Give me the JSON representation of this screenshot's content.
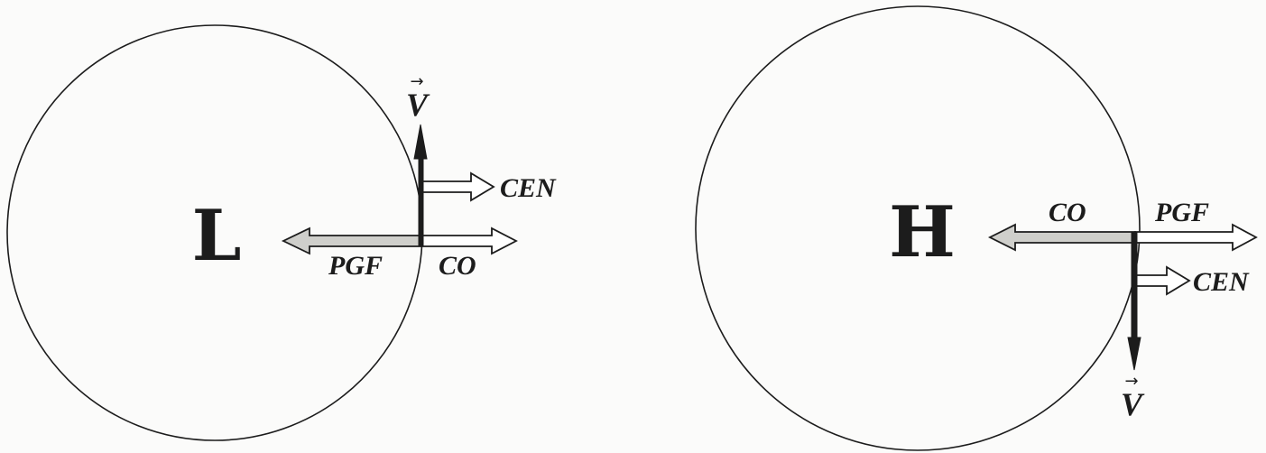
{
  "colors": {
    "line": "#1c1c1c",
    "pgf_fill": "#cfcfcb",
    "hollow_fill": "#ffffff"
  },
  "icons": {
    "hollow_arrow": "hollow-arrow-icon",
    "shaded_arrow": "shaded-arrow-icon",
    "solid_arrow": "solid-arrow-icon"
  },
  "low": {
    "center_label": "L",
    "velocity_label": "V",
    "vector_mark": "→",
    "forces": {
      "cen": "CEN",
      "co": "CO",
      "pgf": "PGF"
    }
  },
  "high": {
    "center_label": "H",
    "velocity_label": "V",
    "vector_mark": "→",
    "forces": {
      "cen": "CEN",
      "co": "CO",
      "pgf": "PGF"
    }
  }
}
